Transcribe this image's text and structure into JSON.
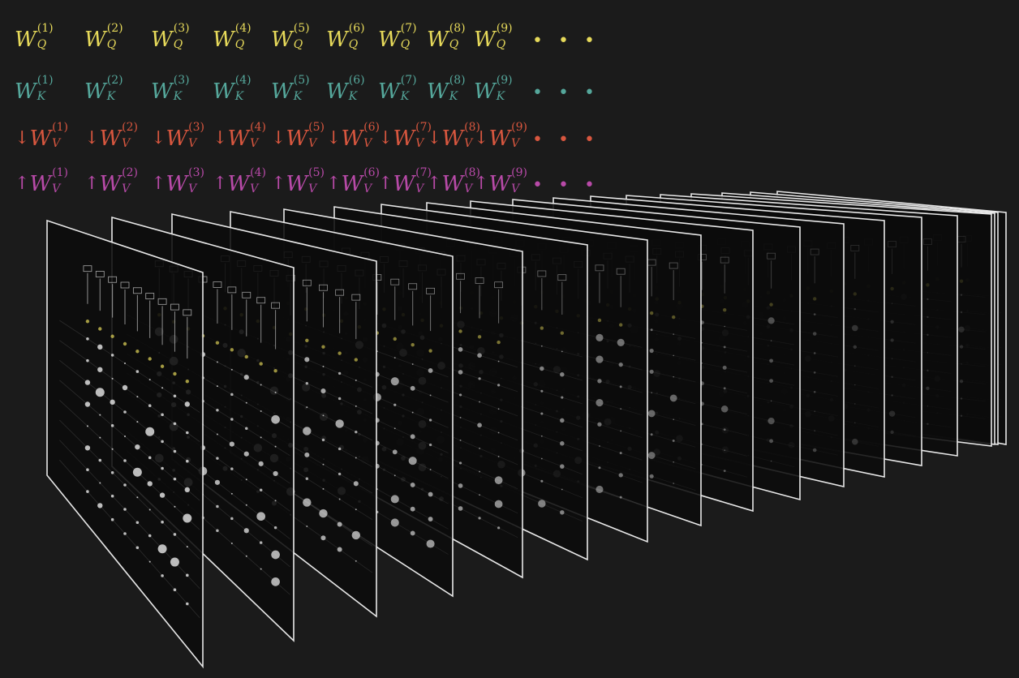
{
  "rows": [
    {
      "id": "q",
      "color": "#e6d95a",
      "prefix": "",
      "base": "W",
      "sub": "Q",
      "sups": [
        "(1)",
        "(2)",
        "(3)",
        "(4)",
        "(5)",
        "(6)",
        "(7)",
        "(8)",
        "(9)"
      ],
      "ellipsis": "• • •"
    },
    {
      "id": "k",
      "color": "#55a79b",
      "prefix": "",
      "base": "W",
      "sub": "K",
      "sups": [
        "(1)",
        "(2)",
        "(3)",
        "(4)",
        "(5)",
        "(6)",
        "(7)",
        "(8)",
        "(9)"
      ],
      "ellipsis": "• • •"
    },
    {
      "id": "vdown",
      "color": "#d9573f",
      "prefix": "↓",
      "base": "W",
      "sub": "V",
      "sups": [
        "(1)",
        "(2)",
        "(3)",
        "(4)",
        "(5)",
        "(6)",
        "(7)",
        "(8)",
        "(9)"
      ],
      "ellipsis": "• • •"
    },
    {
      "id": "vup",
      "color": "#b84aa8",
      "prefix": "↑",
      "base": "W",
      "sub": "V",
      "sups": [
        "(1)",
        "(2)",
        "(3)",
        "(4)",
        "(5)",
        "(6)",
        "(7)",
        "(8)",
        "(9)"
      ],
      "ellipsis": "• • •"
    }
  ],
  "panels": {
    "count": 18,
    "frame_color": "#e8e8e8",
    "fill_color": "#0b0b0b",
    "dot_color": "#e8e8e8",
    "query_color": "#d8cc55"
  }
}
